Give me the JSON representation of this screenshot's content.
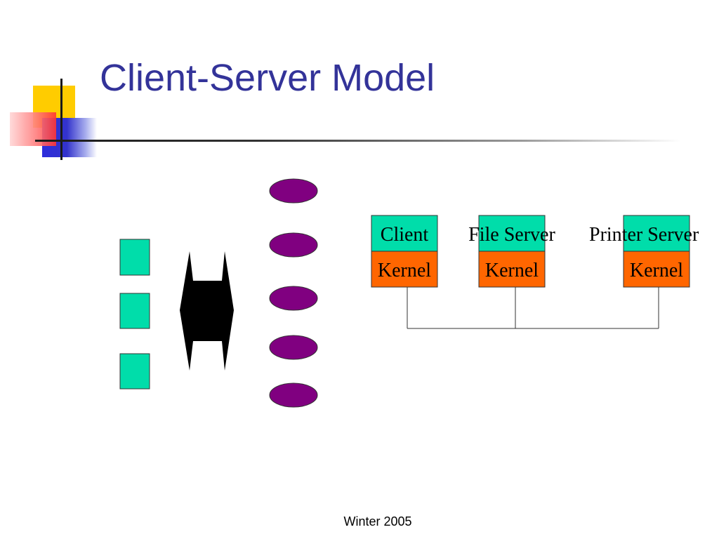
{
  "slide": {
    "title": "Client-Server Model",
    "footer": "Winter 2005"
  },
  "machines": [
    {
      "top_label": "Client",
      "bottom_label": "Kernel"
    },
    {
      "top_label": "File Server",
      "bottom_label": "Kernel"
    },
    {
      "top_label": "Printer Server",
      "bottom_label": "Kernel"
    }
  ],
  "colors": {
    "title": "#333399",
    "process_box": "#00DDAA",
    "kernel_box": "#FF6600",
    "ellipse": "#800080",
    "arrow": "#000000",
    "network_line": "#333333"
  },
  "icons": {
    "arrow": "double-headed-arrow-icon"
  }
}
